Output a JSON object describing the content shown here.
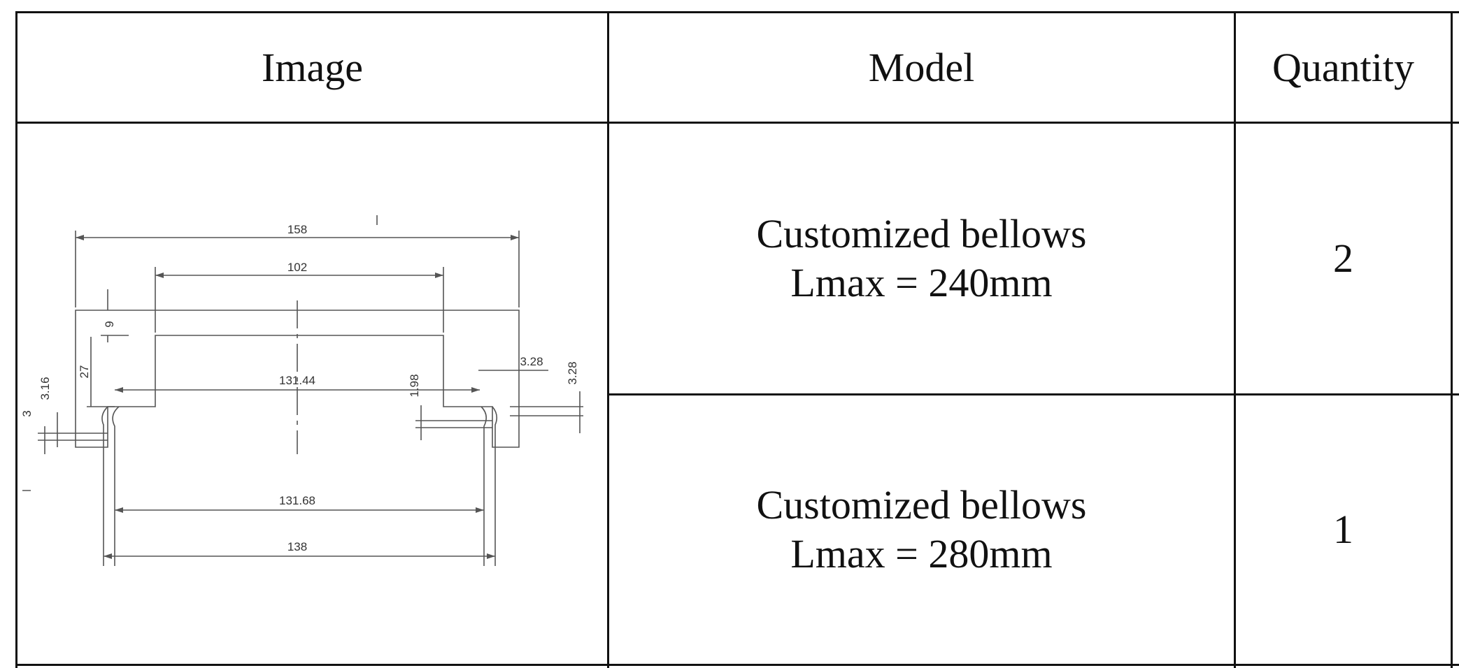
{
  "table": {
    "headers": {
      "image": "Image",
      "model": "Model",
      "quantity": "Quantity"
    },
    "rows": [
      {
        "model_line1": "Customized bellows",
        "model_line2": "Lmax = 240mm",
        "quantity": "2"
      },
      {
        "model_line1": "Customized bellows",
        "model_line2": "Lmax = 280mm",
        "quantity": "1"
      }
    ]
  },
  "drawing": {
    "dimensions": {
      "d158": "158",
      "d102": "102",
      "d9": "9",
      "d27": "27",
      "d316": "3.16",
      "d3": "3",
      "d13144": "131.44",
      "d198": "1.98",
      "d328a": "3.28",
      "d328b": "3.28",
      "d13168": "131.68",
      "d138": "138"
    }
  }
}
